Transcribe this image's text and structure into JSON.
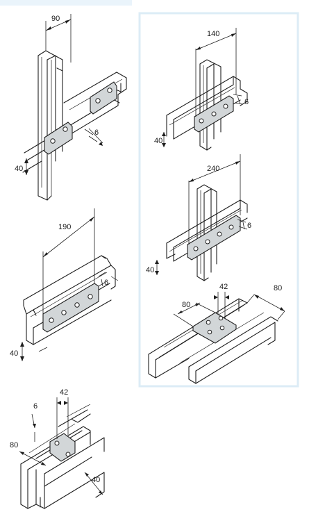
{
  "figures": [
    {
      "id": "cross-splice-2-hole",
      "labels": {
        "width": "90",
        "thickness": "6",
        "height": "40"
      }
    },
    {
      "id": "straight-splice-4-hole",
      "labels": {
        "length": "190",
        "thickness": "6",
        "height": "40"
      }
    },
    {
      "id": "square-washer-crossover",
      "labels": {
        "thickness": "6",
        "width": "42",
        "channel_width": "80",
        "height": "40"
      }
    },
    {
      "id": "splice-3-hole",
      "labels": {
        "length": "140",
        "thickness": "6",
        "height": "40"
      }
    },
    {
      "id": "splice-4-hole",
      "labels": {
        "length": "240",
        "thickness": "6",
        "height": "40"
      }
    },
    {
      "id": "square-plate-4-hole",
      "labels": {
        "width": "80",
        "depth": "42",
        "side": "80"
      }
    }
  ],
  "colors": {
    "plate_fill": "#d2d6d8",
    "line": "#1e1e1e",
    "panel_border": "#dcecf6",
    "top_band": "#eaf4fb"
  }
}
